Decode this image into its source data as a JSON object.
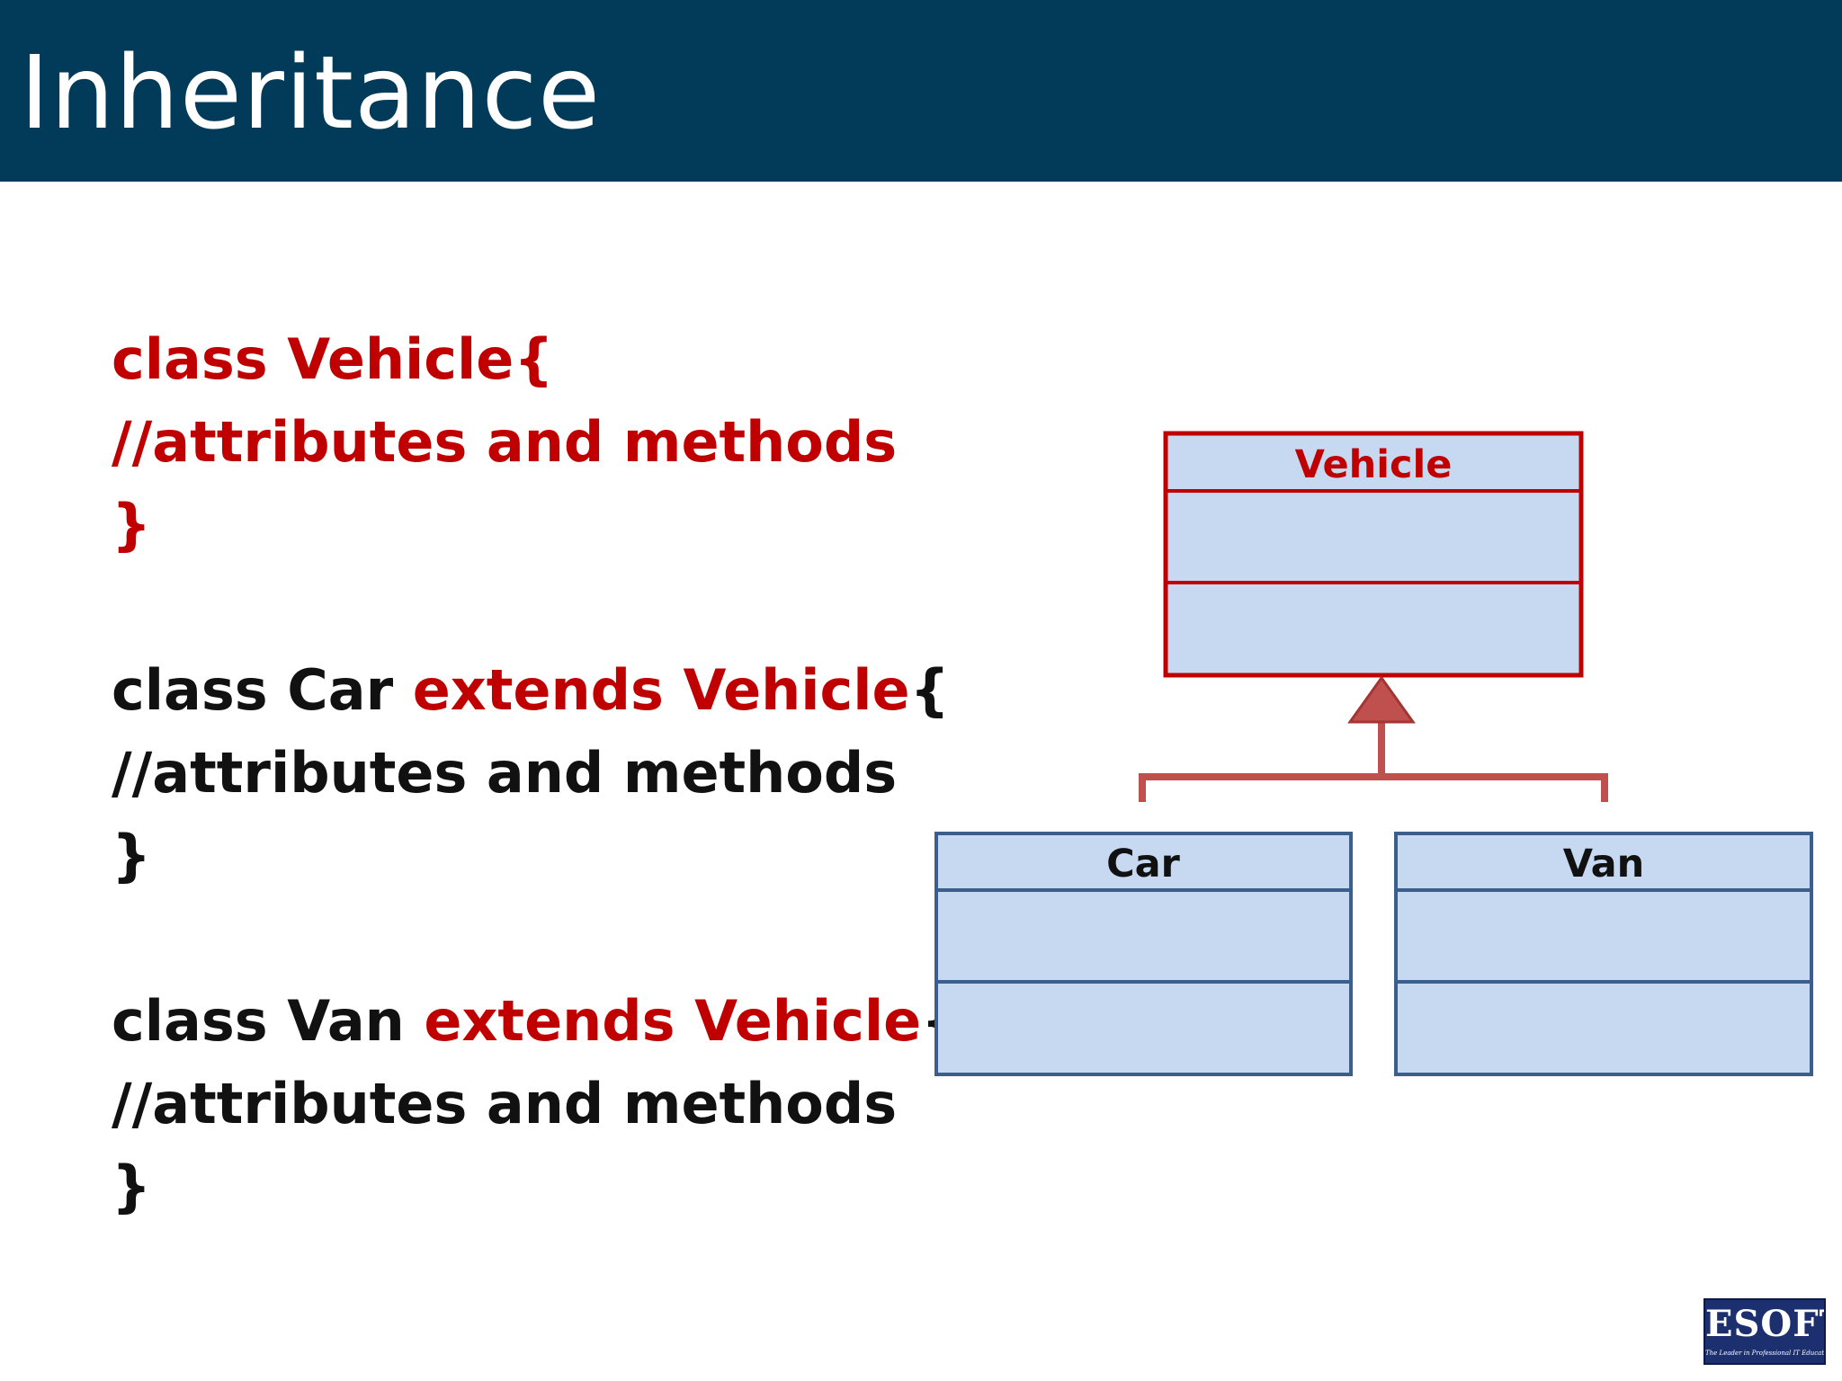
{
  "slide": {
    "title": "Inheritance"
  },
  "code": {
    "vehicle": {
      "line1": "class Vehicle{",
      "line2": "//attributes and methods",
      "line3": "}"
    },
    "car": {
      "prefix": "class Car ",
      "extends": "extends Vehicle",
      "brace": "{",
      "line2": "//attributes and methods",
      "line3": "}"
    },
    "van": {
      "prefix": "class Van ",
      "extends": "extends Vehicle",
      "brace": "{",
      "line2": "//attributes and methods",
      "line3": "}"
    }
  },
  "diagram": {
    "classes": {
      "vehicle": "Vehicle",
      "car": "Car",
      "van": "Van"
    },
    "colors": {
      "parent_border": "#c00000",
      "child_border": "#3b5e8c",
      "box_fill": "#c6d9f1",
      "connector": "#c0504d"
    }
  },
  "logo": {
    "text": "ESOFT",
    "tagline": "The Leader in Professional IT Education"
  }
}
